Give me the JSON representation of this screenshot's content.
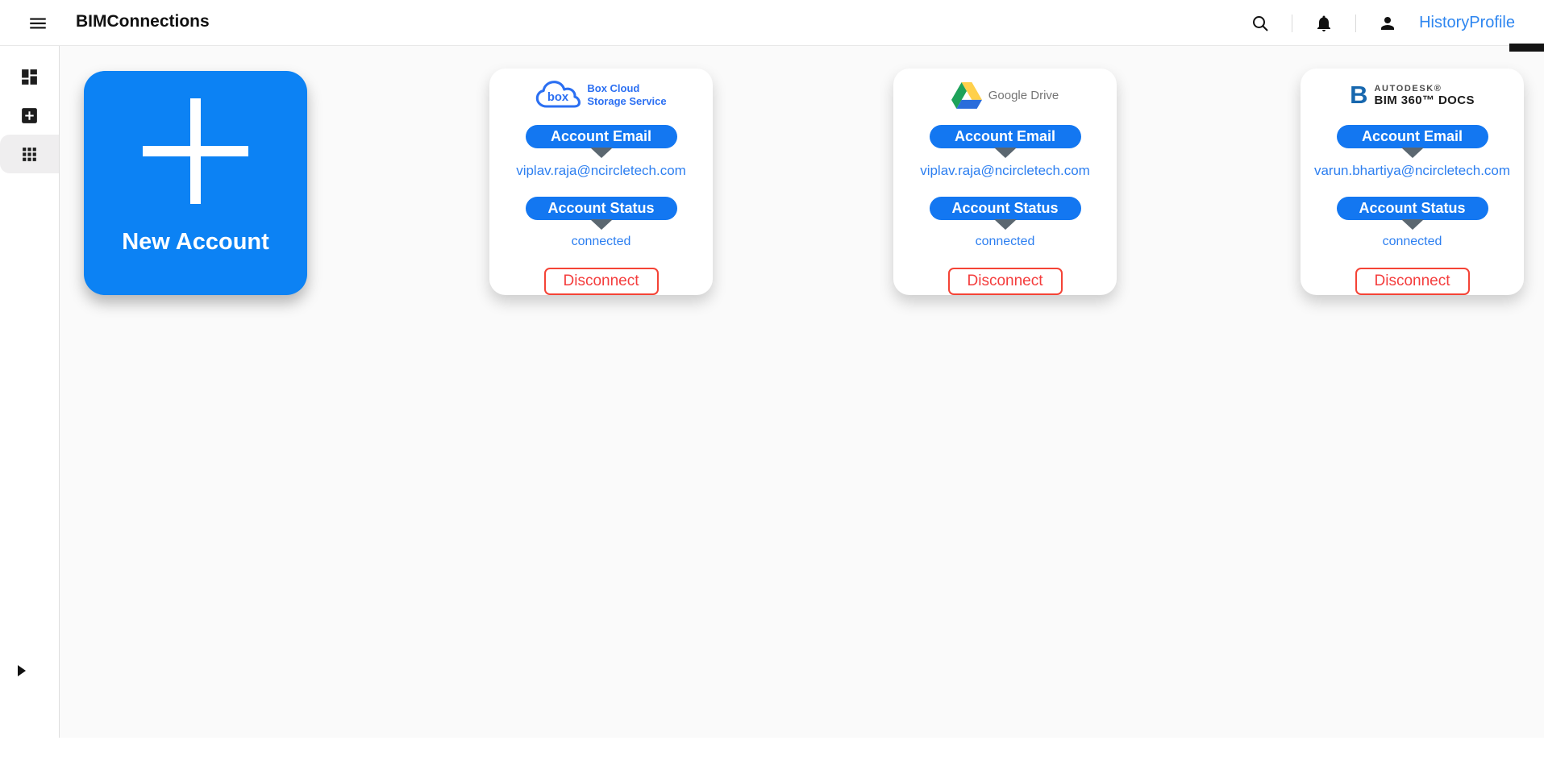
{
  "header": {
    "title": "BIMConnections",
    "links": {
      "history": "History",
      "profile": "Profile"
    },
    "icons": {
      "menu": "menu-icon",
      "search": "search-icon",
      "notifications": "bell-icon",
      "account": "person-icon"
    }
  },
  "sidebar": {
    "items": [
      {
        "id": "dashboard",
        "icon": "dashboard-icon",
        "selected": false
      },
      {
        "id": "new-connection",
        "icon": "add-box-icon",
        "selected": false
      },
      {
        "id": "connections",
        "icon": "apps-grid-icon",
        "selected": true
      }
    ],
    "expander_icon": "right-arrow-icon"
  },
  "new_account_card": {
    "label": "New Account",
    "plus_icon": "plus-icon"
  },
  "cards": [
    {
      "provider": "Box Cloud Storage Service",
      "logo": "box-cloud-logo",
      "logo_text": "box",
      "provider_line1": "Box Cloud",
      "provider_line2": "Storage Service",
      "email_label": "Account Email",
      "email": "viplav.raja@ncircletech.com",
      "status_label": "Account Status",
      "status": "connected",
      "disconnect_label": "Disconnect"
    },
    {
      "provider": "Google Drive",
      "logo": "google-drive-logo",
      "provider_line1": "Google Drive",
      "email_label": "Account Email",
      "email": "viplav.raja@ncircletech.com",
      "status_label": "Account Status",
      "status": "connected",
      "disconnect_label": "Disconnect"
    },
    {
      "provider": "Autodesk BIM 360 Docs",
      "logo": "bim360-logo",
      "bim_letter": "B",
      "provider_line1": "AUTODESK®",
      "provider_line2": "BIM 360™ DOCS",
      "email_label": "Account Email",
      "email": "varun.bhartiya@ncircletech.com",
      "status_label": "Account Status",
      "status": "connected",
      "disconnect_label": "Disconnect"
    }
  ],
  "colors": {
    "primary_blue": "#0c82f4",
    "pill_blue": "#1377f1",
    "link_blue": "#2d7ff0",
    "header_link_blue": "#2e86f0",
    "danger_red": "#f43c3c",
    "box_logo_blue": "#2b6ff2",
    "triangle_gray": "#5b6770",
    "google_green": "#1da25a",
    "google_yellow": "#ffd04b",
    "google_blue": "#2a6ddb",
    "bim_blue": "#1767ae"
  }
}
